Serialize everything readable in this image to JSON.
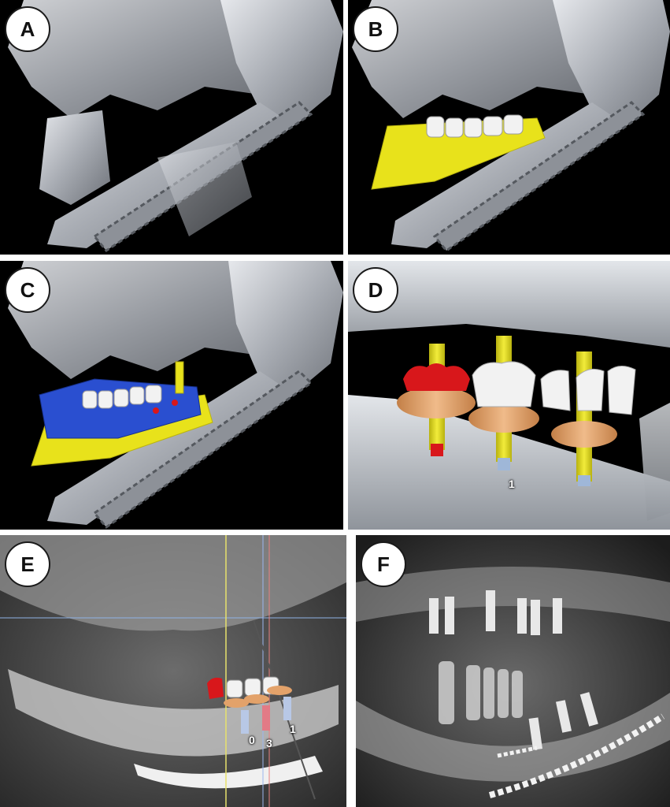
{
  "panels": {
    "a": {
      "label": "A"
    },
    "b": {
      "label": "B"
    },
    "c": {
      "label": "C"
    },
    "d": {
      "label": "D",
      "implant_markers": [
        "1"
      ]
    },
    "e": {
      "label": "E",
      "implant_markers": [
        "0",
        "3",
        "1"
      ]
    },
    "f": {
      "label": "F"
    }
  },
  "colors": {
    "bone": "#b9bcc2",
    "guide_yellow": "#e8e21b",
    "guide_blue": "#2a4fd0",
    "implant_red": "#d8171b",
    "sleeve_orange": "#e3a26a",
    "background": "#000000"
  }
}
